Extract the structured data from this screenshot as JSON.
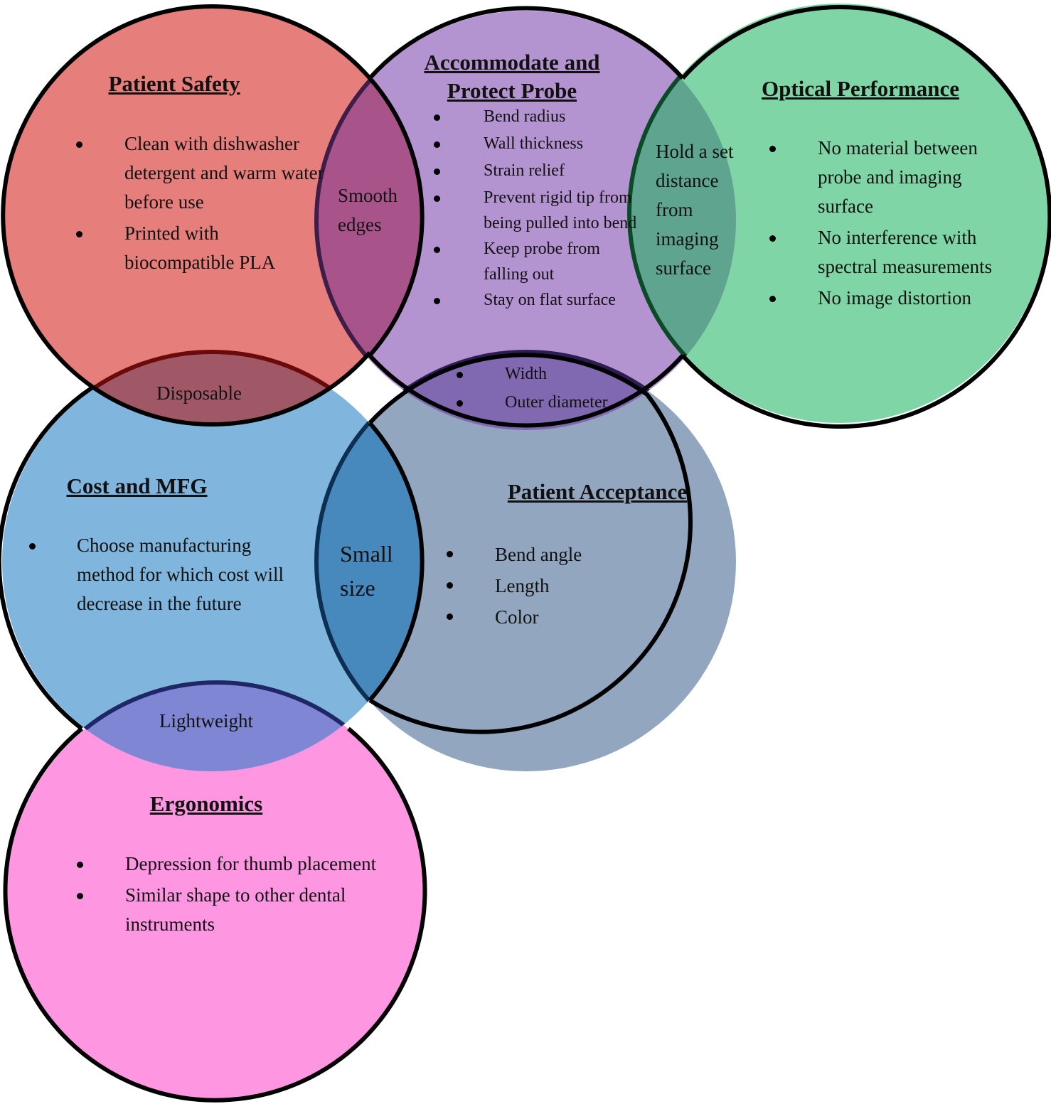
{
  "colors": {
    "patient_safety": "#e67e7c",
    "accommodate": "#b493d1",
    "optical": "#80d5a6",
    "cost": "#80b5dd",
    "acceptance": "#92a6bf",
    "ergonomics": "#ff96e2",
    "outline": "#000000"
  },
  "circles": {
    "patient_safety": {
      "title": "Patient Safety",
      "items": [
        "Clean with dishwasher detergent and warm water before use",
        "Printed with biocompatible PLA"
      ]
    },
    "accommodate": {
      "title_line1": "Accommodate and",
      "title_line2": "Protect Probe",
      "items": [
        "Bend radius",
        "Wall thickness",
        "Strain relief",
        "Prevent rigid tip from being pulled into bend",
        "Keep probe from falling out",
        "Stay on flat surface"
      ]
    },
    "optical": {
      "title": "Optical Performance",
      "items": [
        "No material between probe and imaging surface",
        "No interference with spectral measurements",
        "No image distortion"
      ]
    },
    "cost": {
      "title": "Cost and MFG",
      "items": [
        "Choose manufacturing method for which cost will decrease in the future"
      ]
    },
    "acceptance": {
      "title": "Patient Acceptance",
      "items": [
        "Bend angle",
        "Length",
        "Color"
      ]
    },
    "ergonomics": {
      "title": "Ergonomics",
      "items": [
        "Depression for thumb placement",
        "Similar shape to other dental instruments"
      ]
    }
  },
  "overlaps": {
    "safety_accommodate": "Smooth edges",
    "accommodate_optical": "Hold a set distance from imaging surface",
    "safety_cost": "Disposable",
    "accommodate_acceptance": [
      "Width",
      "Outer diameter"
    ],
    "cost_acceptance": "Small size",
    "cost_ergonomics": "Lightweight"
  }
}
